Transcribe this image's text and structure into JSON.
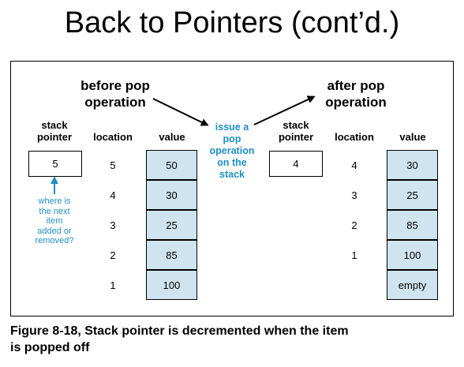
{
  "title": "Back to Pointers (cont’d.)",
  "before": {
    "heading_line1": "before pop",
    "heading_line2": "operation",
    "sp_label_line1": "stack",
    "sp_label_line2": "pointer",
    "sp_value": "5",
    "location_header": "location",
    "value_header": "value",
    "locations": [
      "5",
      "4",
      "3",
      "2",
      "1"
    ],
    "values": [
      "50",
      "30",
      "25",
      "85",
      "100"
    ],
    "question_lines": [
      "where is",
      "the next",
      "item",
      "added or",
      "removed?"
    ]
  },
  "middle": {
    "lines": [
      "issue a",
      "pop",
      "operation",
      "on the",
      "stack"
    ]
  },
  "after": {
    "heading_line1": "after pop",
    "heading_line2": "operation",
    "sp_label_line1": "stack",
    "sp_label_line2": "pointer",
    "sp_value": "4",
    "location_header": "location",
    "value_header": "value",
    "locations": [
      "4",
      "3",
      "2",
      "1"
    ],
    "values": [
      "30",
      "25",
      "85",
      "100",
      "empty"
    ]
  },
  "caption_line1": "Figure 8-18, Stack pointer is decremented when the item",
  "caption_line2": "is popped off",
  "colors": {
    "cell_fill": "#cfe4ee",
    "accent_blue": "#1f8fc4",
    "text": "#000000"
  }
}
